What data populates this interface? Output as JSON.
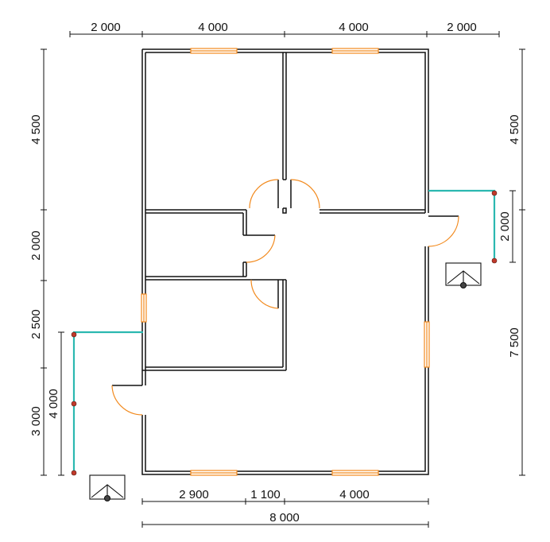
{
  "colors": {
    "wall": "#111111",
    "door": "#f28a1e",
    "window": "#f28a1e",
    "fence": "#2bb8b0",
    "post": "#c0392b",
    "dimension": "#111111"
  },
  "icons": {
    "door_swing": "quarter-arc-door-icon",
    "window": "window-icon",
    "gate_camera": "gate-symbol-icon",
    "fence_post": "fence-post-icon"
  },
  "dimensions": {
    "top": [
      "2 000",
      "4 000",
      "4 000",
      "2 000"
    ],
    "bottom_row1": [
      "2 900",
      "1 100",
      "4 000"
    ],
    "bottom_total": "8 000",
    "left_outer": [
      "4 500",
      "2 000",
      "2 500",
      "3 000"
    ],
    "left_inner": "4 000",
    "right_outer": [
      "4 500",
      "7 500"
    ],
    "right_inner": "2 000"
  }
}
